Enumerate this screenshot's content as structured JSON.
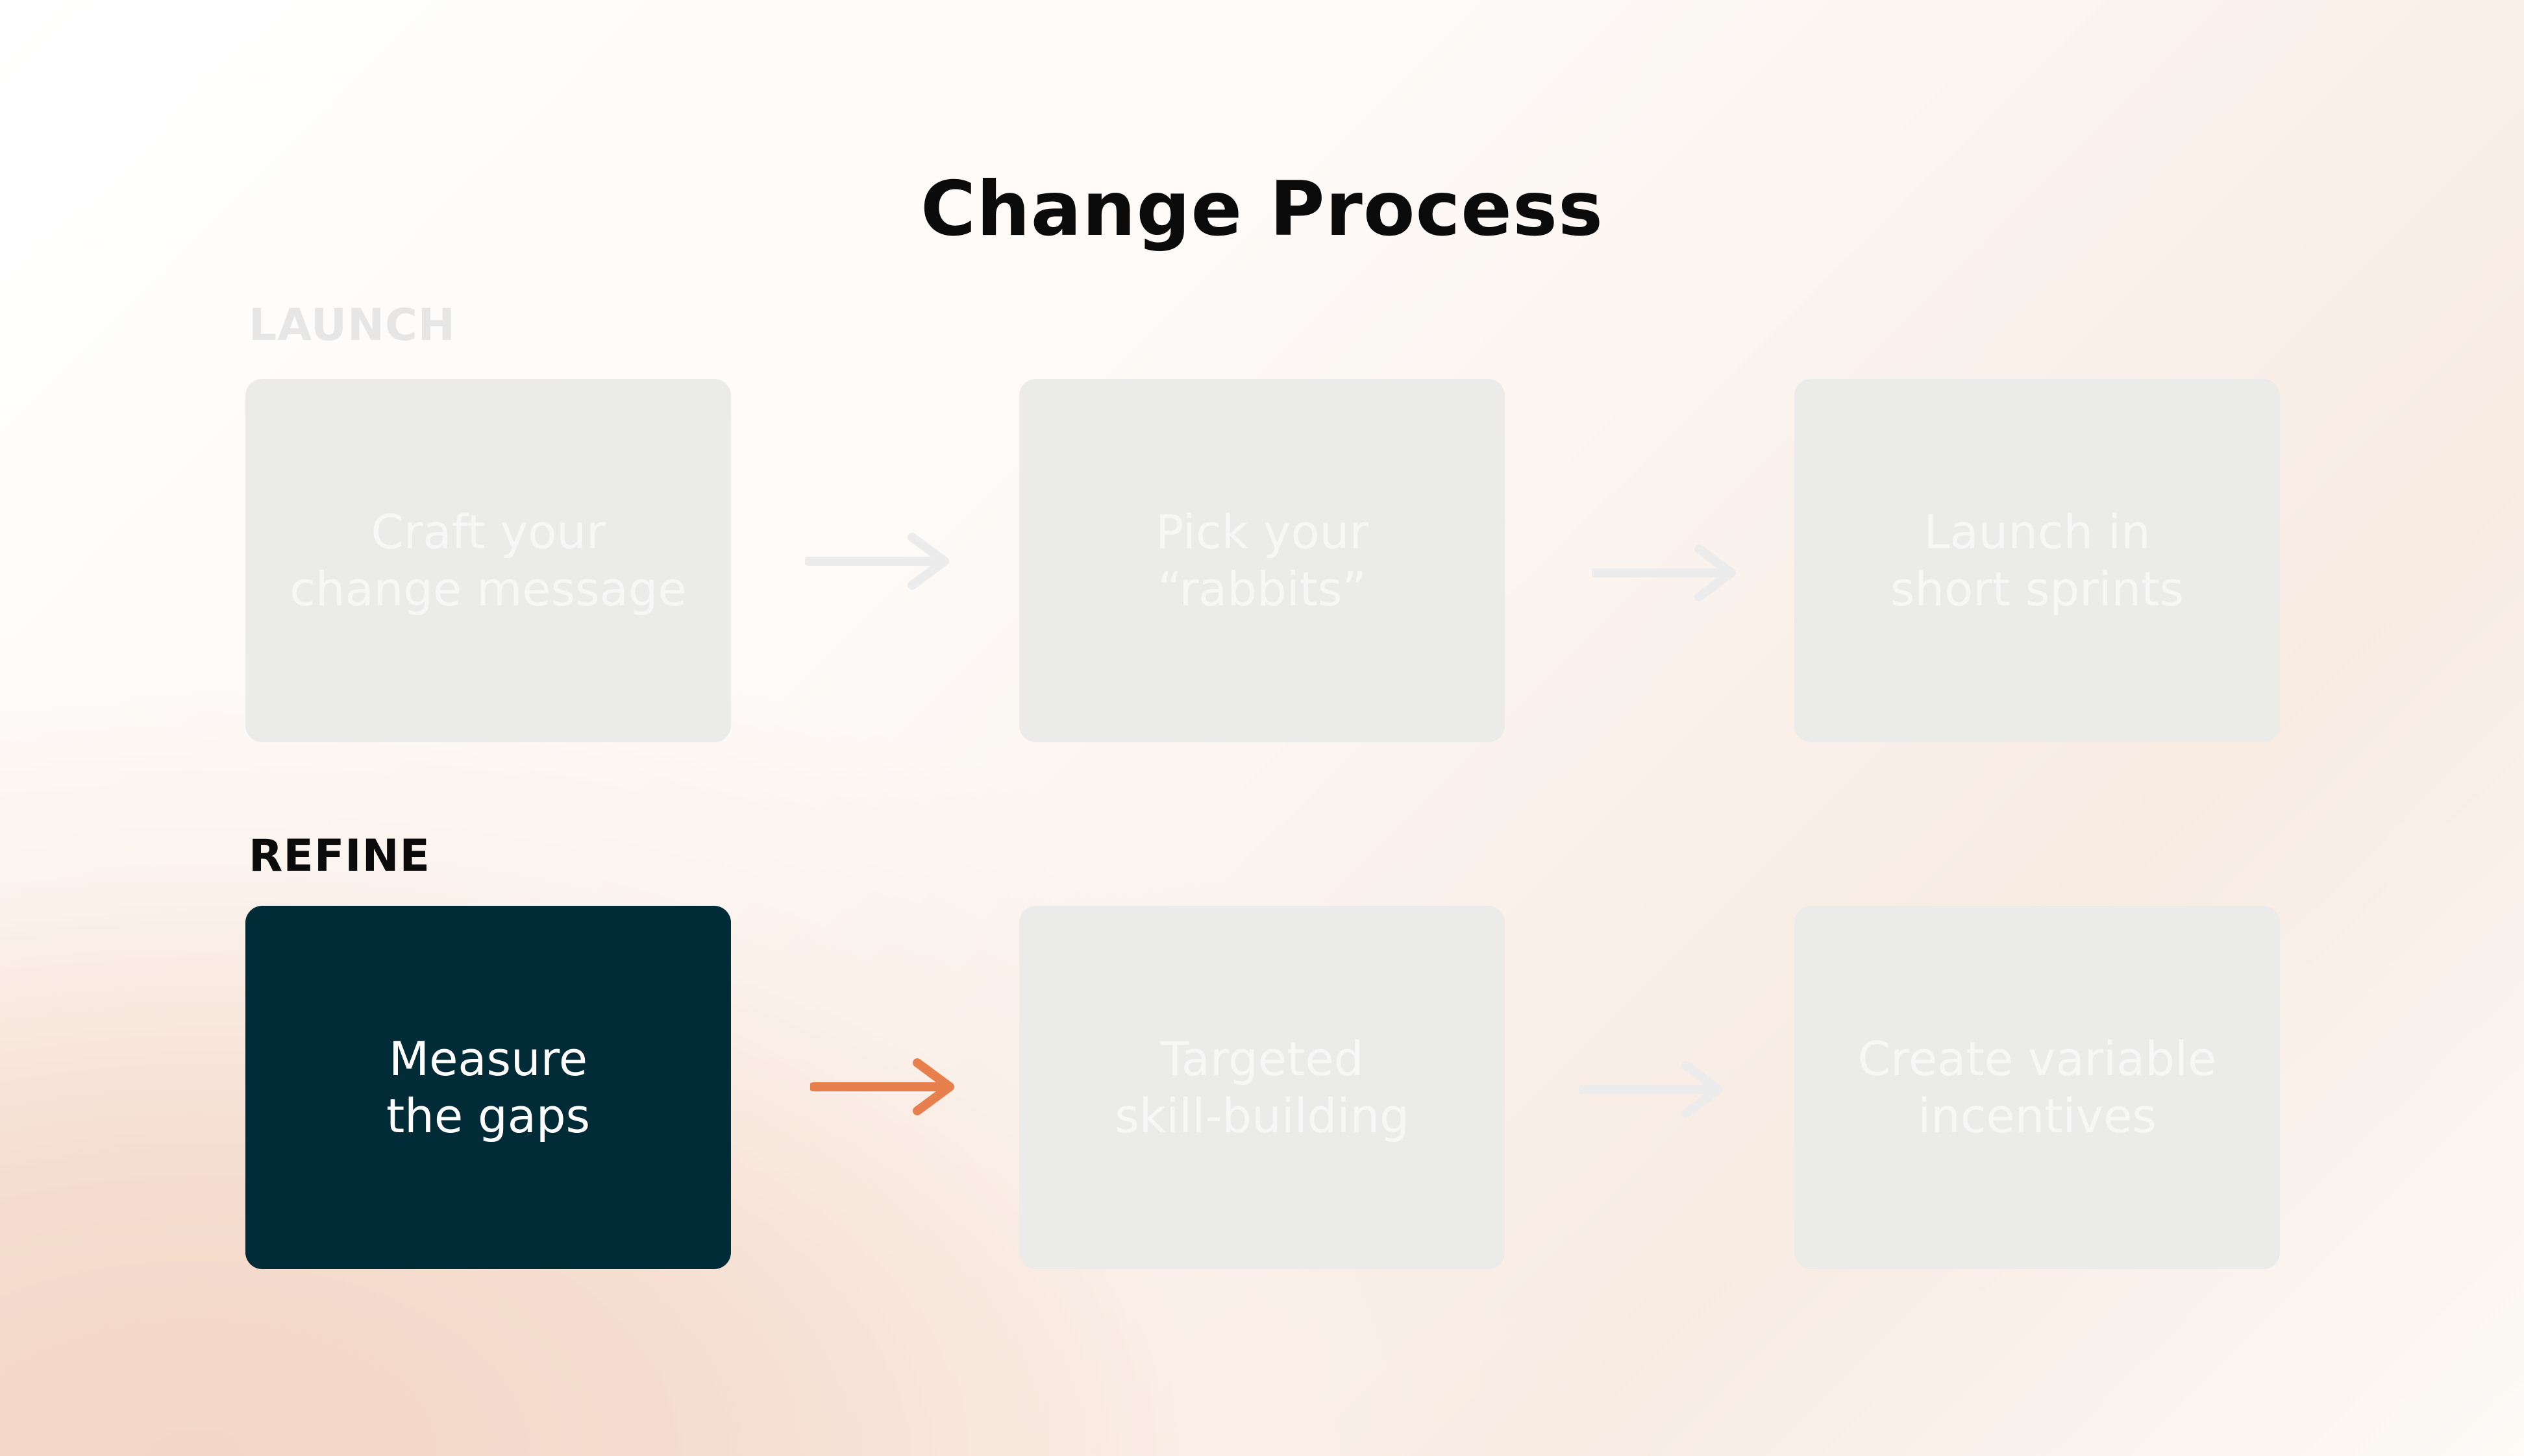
{
  "title": "Change Process",
  "sections": [
    {
      "label": "LAUNCH",
      "steps": [
        {
          "label": "Craft your\nchange message"
        },
        {
          "label": "Pick your\n“rabbits”"
        },
        {
          "label": "Launch in\nshort sprints"
        }
      ]
    },
    {
      "label": "REFINE",
      "steps": [
        {
          "label": "Measure\nthe gaps"
        },
        {
          "label": "Targeted\nskill-building"
        },
        {
          "label": "Create variable\nincentives"
        }
      ]
    }
  ],
  "active_step": "Measure the gaps",
  "colors": {
    "active_card": "#022b38",
    "inactive_card": "#ebebea",
    "active_arrow": "#e8804d",
    "inactive_arrow": "#ececec"
  }
}
